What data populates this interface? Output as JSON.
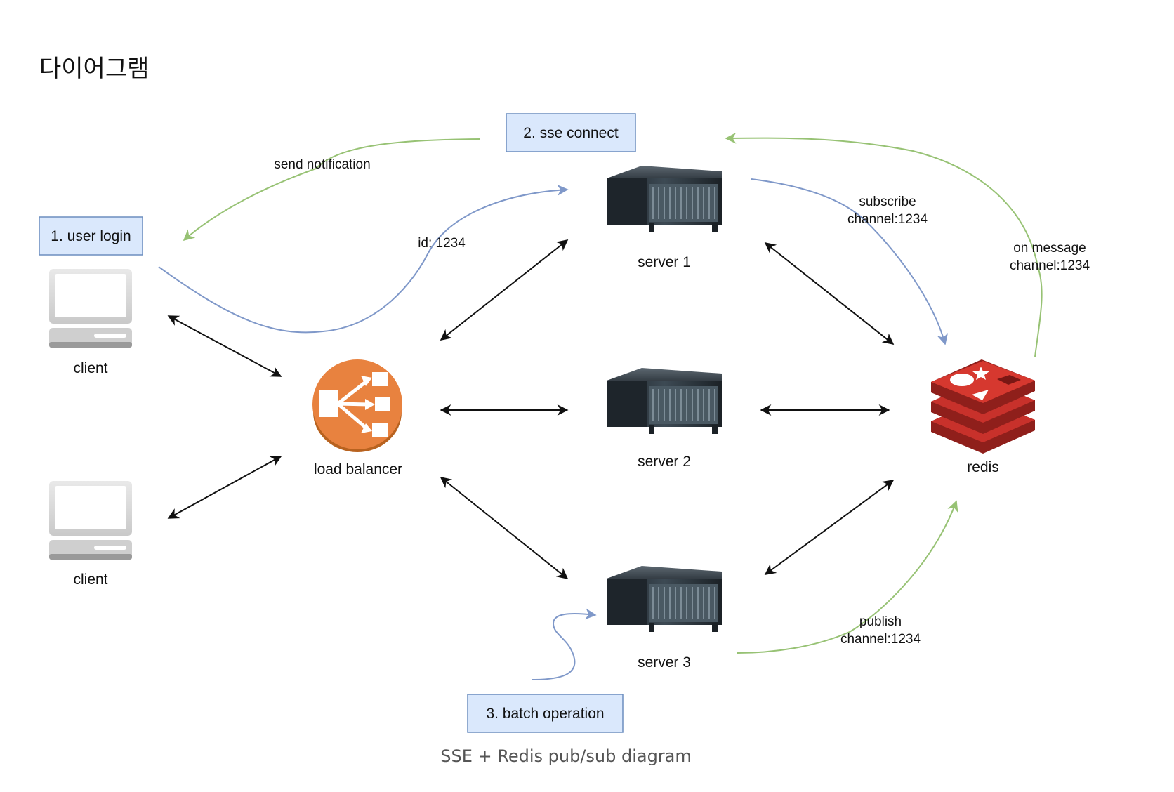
{
  "heading": "다이어그램",
  "caption": "SSE + Redis pub/sub diagram",
  "colors": {
    "step_box_fill": "#dae8fc",
    "step_box_stroke": "#6c8ebf",
    "blue_flow": "#7f98c9",
    "green_flow": "#97c274",
    "load_balancer": "#e8823f",
    "redis": "#c8312b"
  },
  "steps": {
    "login": "1. user login",
    "sse": "2. sse connect",
    "batch": "3. batch operation"
  },
  "nodes": {
    "client_top": "client",
    "client_bottom": "client",
    "load_balancer": "load balancer",
    "server1": "server 1",
    "server2": "server 2",
    "server3": "server 3",
    "redis": "redis"
  },
  "edge_labels": {
    "send_notification": "send notification",
    "id": "id: 1234",
    "subscribe": [
      "subscribe",
      "channel:1234"
    ],
    "on_message": [
      "on message",
      "channel:1234"
    ],
    "publish": [
      "publish",
      "channel:1234"
    ]
  },
  "icons": {
    "client": "desktop-computer-icon",
    "load_balancer": "aws-elastic-load-balancer-icon",
    "server": "rack-server-icon",
    "redis": "redis-logo-icon"
  }
}
